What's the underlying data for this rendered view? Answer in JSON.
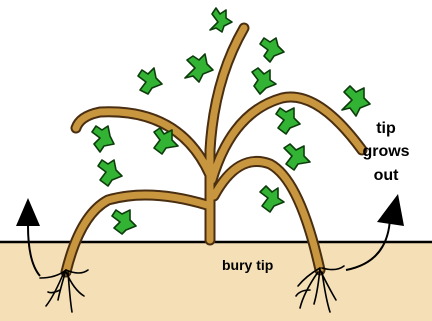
{
  "labels": {
    "tip_line1": "tip",
    "tip_line2": "grows",
    "tip_line3": "out",
    "bury_tip": "bury tip"
  },
  "colors": {
    "soil": "#F4DFB7",
    "stem": "#C8963E",
    "stem_outline": "#4A2E12",
    "leaf": "#33B333",
    "leaf_outline": "#0D3D0D",
    "ink": "#000000"
  }
}
